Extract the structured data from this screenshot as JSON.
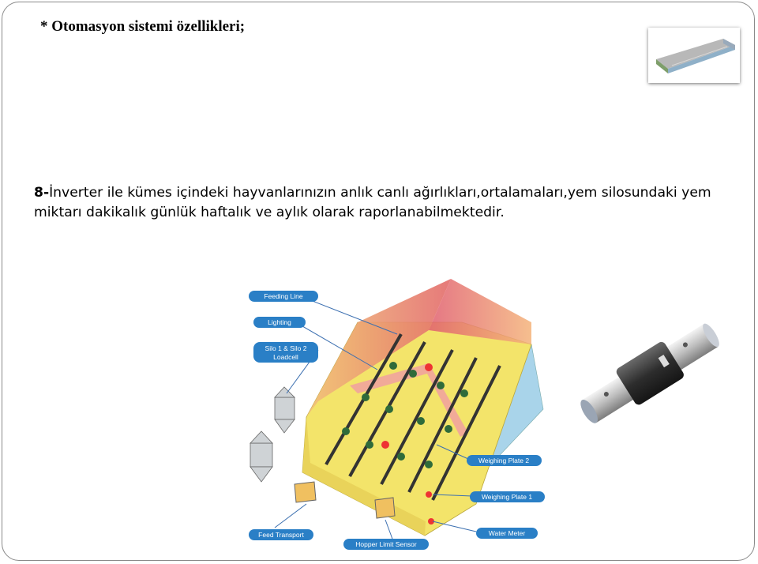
{
  "slide": {
    "heading": "* Otomasyon sistemi özellikleri;",
    "paragraph_number": "8-",
    "paragraph_text": "İnverter ile kümes içindeki hayvanlarınızın anlık canlı ağırlıkları,ortalamaları,yem silosundaki yem miktarı dakikalık günlük haftalık ve aylık olarak raporlanabilmektedir."
  },
  "diagram": {
    "labels": {
      "feeding_line": "Feeding Line",
      "lighting": "Lighting",
      "silo_line1": "Silo 1 & Silo 2",
      "silo_line2": "Loadcell",
      "weighing_plate_2": "Weighing Plate 2",
      "weighing_plate_1": "Weighing Plate 1",
      "water_meter": "Water Meter",
      "feed_transport": "Feed Transport",
      "hopper_limit_sensor": "Hopper Limit Sensor"
    }
  },
  "colors": {
    "label_blue": "#2a7fc6",
    "floor_yellow": "#f3e46a",
    "roof_pink": "#e98a8a",
    "wall_blue": "#a9d4ea"
  }
}
